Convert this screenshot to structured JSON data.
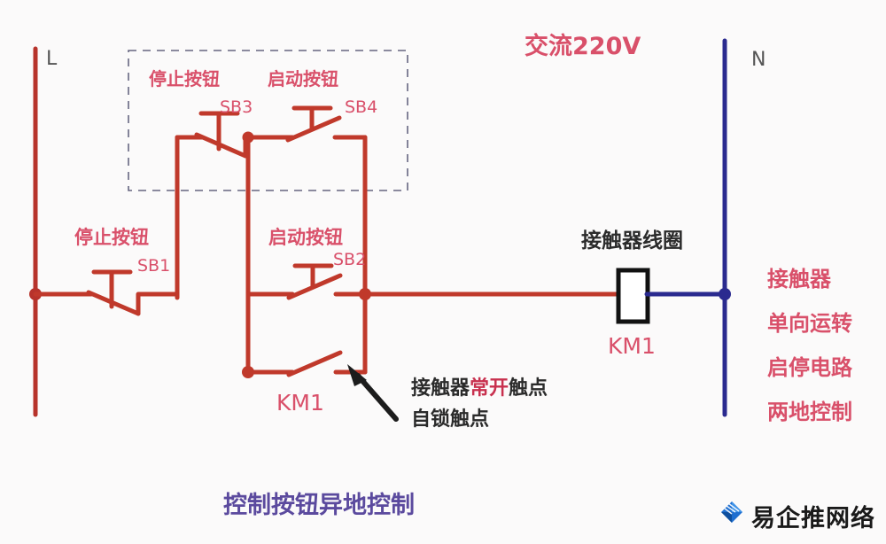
{
  "diagram": {
    "title_bottom": "控制按钮异地控制",
    "supply_label": "交流220V",
    "terminal_left": "L",
    "terminal_right": "N",
    "colors": {
      "wire_red": "#c0392b",
      "wire_blue": "#2a2a8f",
      "label_red": "#d9506a",
      "label_black": "#2b2b2b",
      "label_purple": "#5b4a9e",
      "coil_black": "#111111"
    },
    "remote_box": {
      "stop_button_label": "停止按钮",
      "stop_button_tag": "SB3",
      "start_button_label": "启动按钮",
      "start_button_tag": "SB4"
    },
    "local": {
      "stop_button_label": "停止按钮",
      "stop_button_tag": "SB1",
      "start_button_label": "启动按钮",
      "start_button_tag": "SB2"
    },
    "coil": {
      "label": "接触器线圈",
      "tag": "KM1"
    },
    "selflock": {
      "tag": "KM1",
      "annotation_line1_prefix": "接触器",
      "annotation_line1_highlight": "常开",
      "annotation_line1_suffix": "触点",
      "annotation_line2": "自锁触点"
    },
    "right_notes": [
      "接触器",
      "单向运转",
      "启停电路",
      "两地控制"
    ]
  },
  "watermark": {
    "text": "易企推网络",
    "logo_name": "diamond-logo"
  }
}
